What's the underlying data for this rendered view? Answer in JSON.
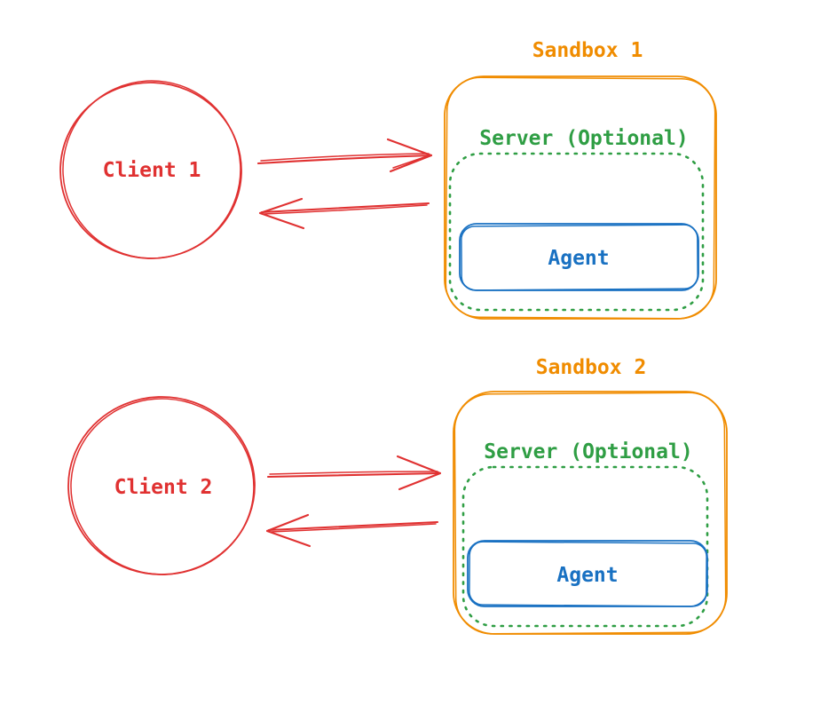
{
  "diagram": {
    "type": "hand-drawn architecture sketch",
    "background": "#ffffff",
    "colors": {
      "client": "#e03131",
      "sandbox": "#f08c00",
      "server": "#2f9e44",
      "agent": "#1971c2"
    },
    "pairs": [
      {
        "client": "Client 1",
        "sandbox": "Sandbox 1",
        "server": "Server (Optional)",
        "agent": "Agent"
      },
      {
        "client": "Client 2",
        "sandbox": "Sandbox 2",
        "server": "Server (Optional)",
        "agent": "Agent"
      }
    ],
    "relations": [
      "Client 1 <-> Sandbox 1 (request/response arrows)",
      "Client 2 <-> Sandbox 2 (request/response arrows)"
    ]
  }
}
